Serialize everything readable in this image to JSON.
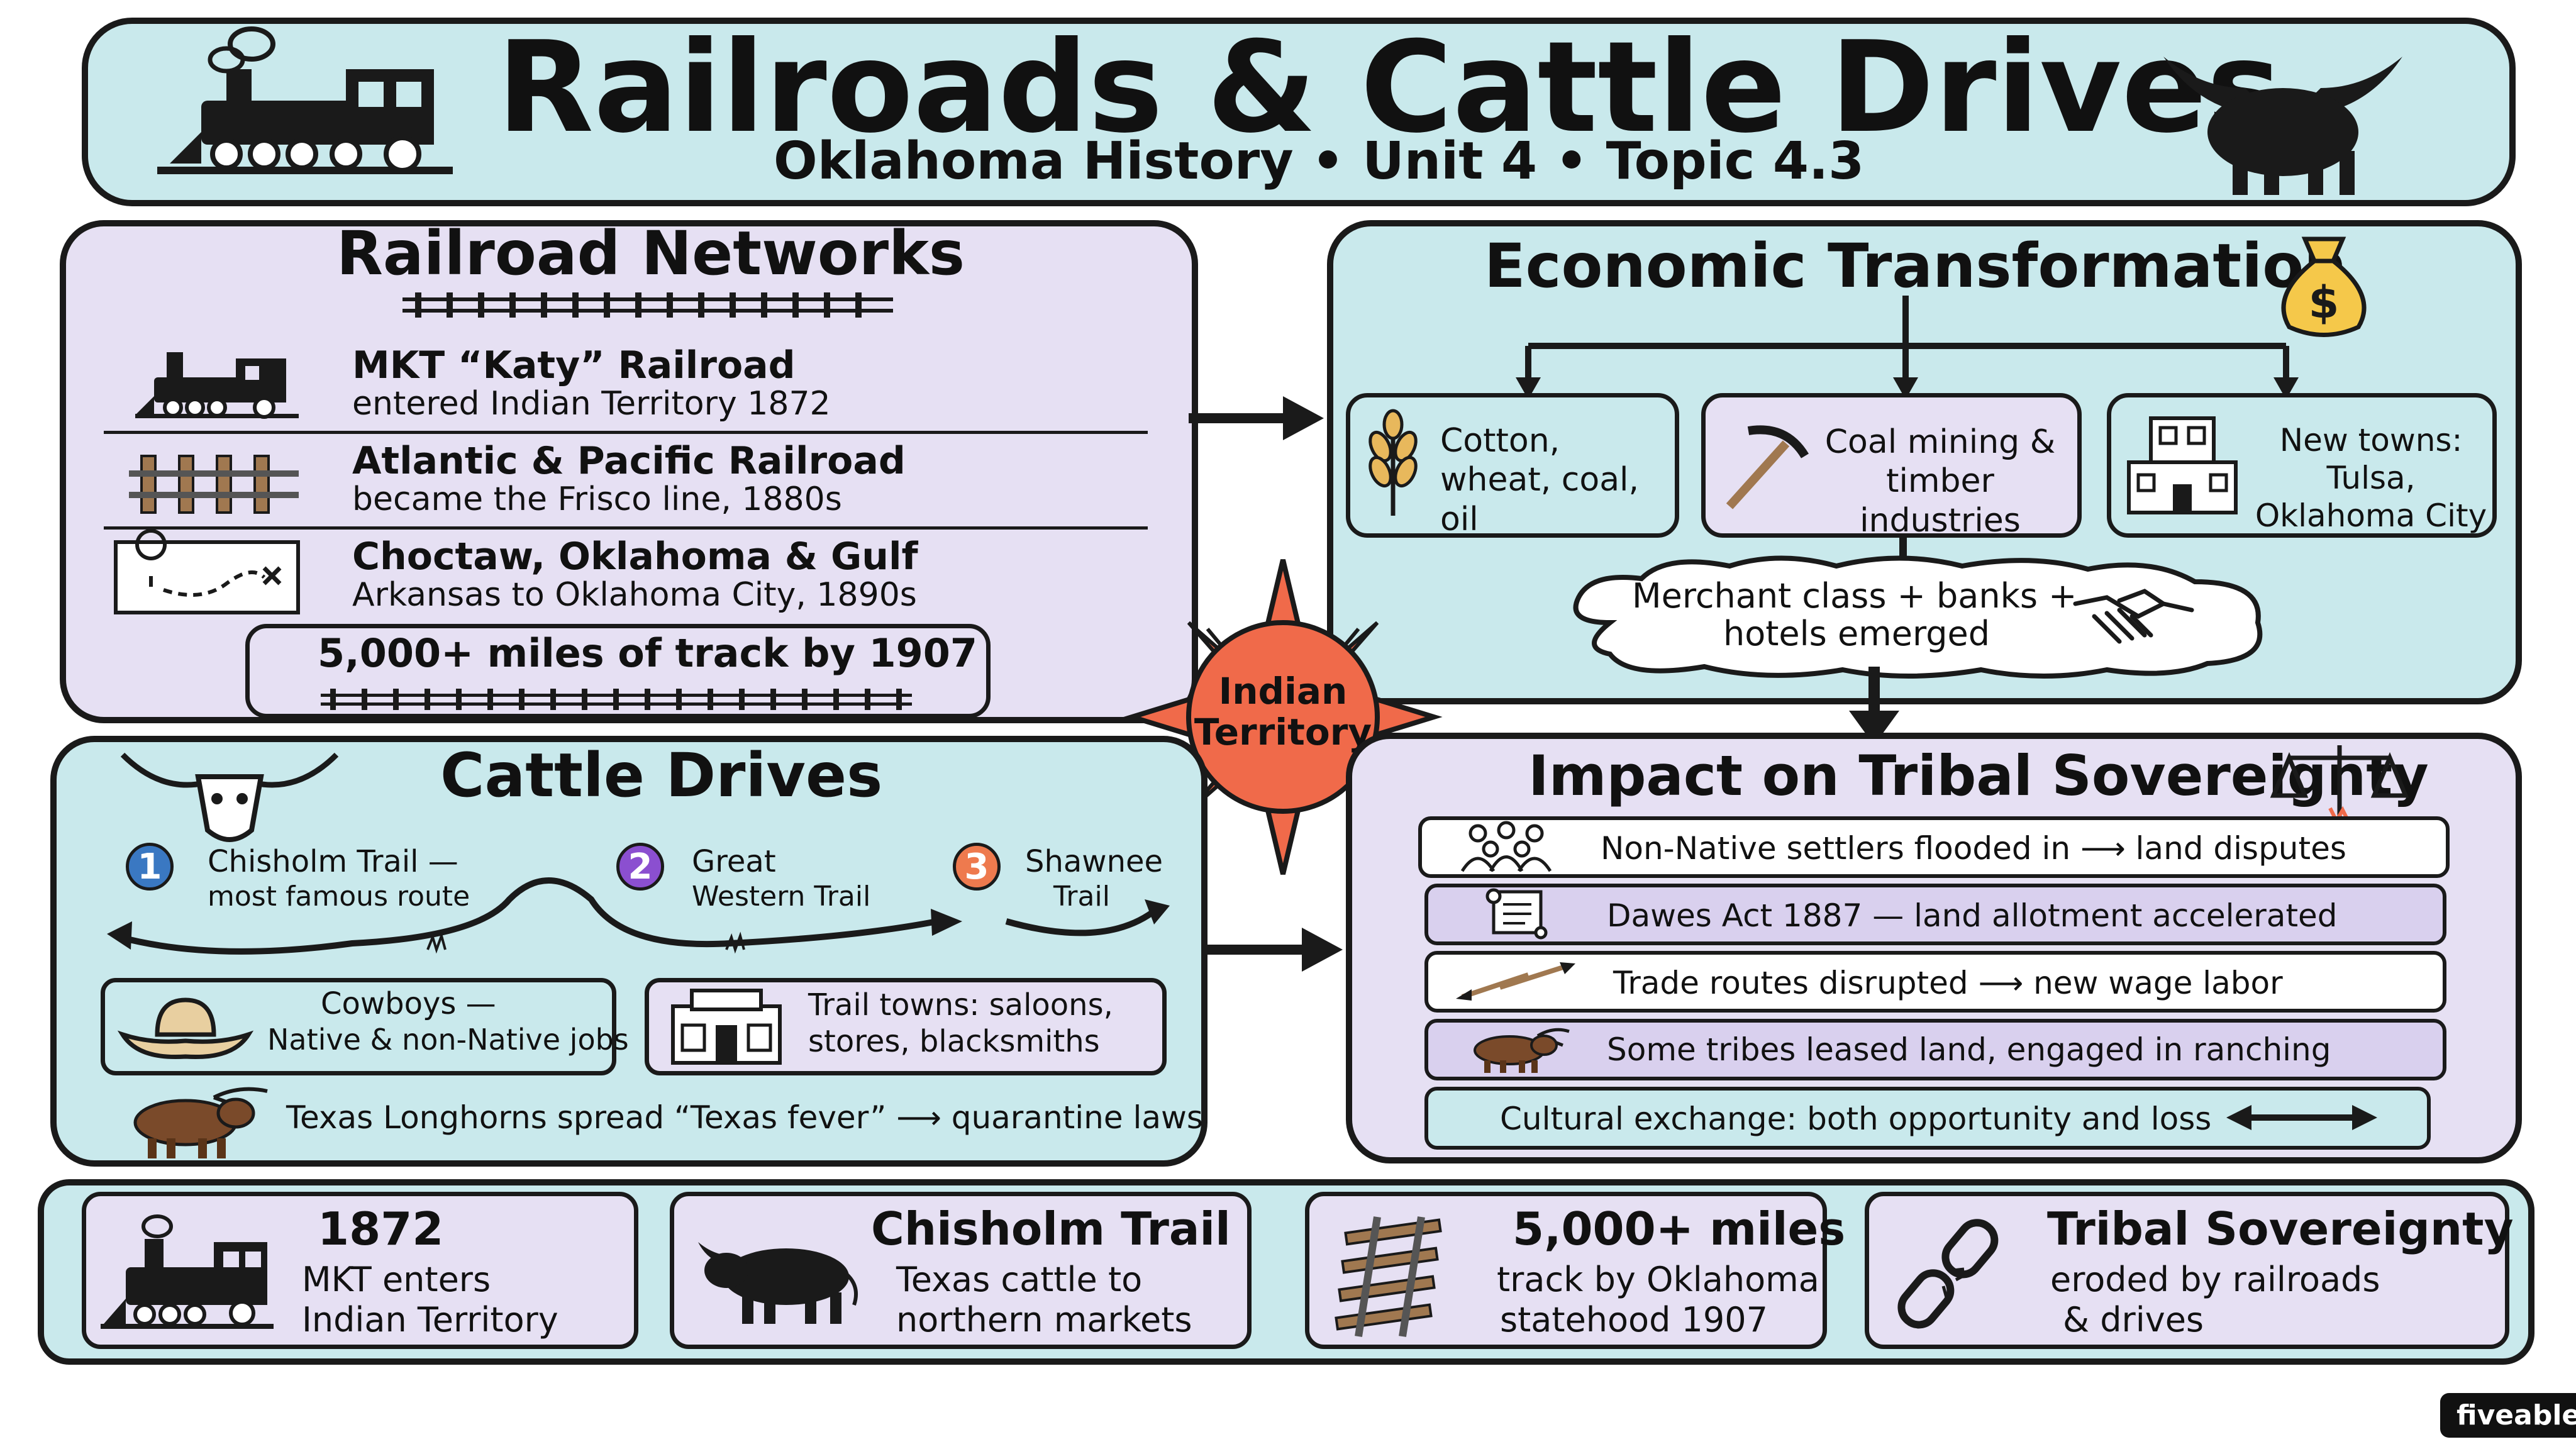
{
  "header": {
    "title": "Railroads & Cattle Drives",
    "subtitle": "Oklahoma History • Unit 4 • Topic 4.3"
  },
  "railroad": {
    "title": "Railroad Networks",
    "items": [
      {
        "title": "MKT “Katy” Railroad",
        "sub": "entered Indian Territory 1872"
      },
      {
        "title": "Atlantic & Pacific Railroad",
        "sub": "became the Frisco line, 1880s"
      },
      {
        "title": "Choctaw, Oklahoma & Gulf",
        "sub": "Arkansas to Oklahoma City, 1890s"
      }
    ],
    "callout": "5,000+ miles of track by 1907"
  },
  "economic": {
    "title": "Economic Transformation",
    "boxes": [
      "Cotton, wheat, coal, oil",
      "Coal mining & timber industries",
      "New towns: Tulsa, Oklahoma City"
    ],
    "cloud_line1": "Merchant class + banks +",
    "cloud_line2": "hotels emerged"
  },
  "center": {
    "line1": "Indian",
    "line2": "Territory"
  },
  "cattle": {
    "title": "Cattle Drives",
    "trails": [
      {
        "num": "1",
        "line1": "Chisholm Trail —",
        "line2": "most famous route",
        "color": "#3a78c2"
      },
      {
        "num": "2",
        "line1": "Great",
        "line2": "Western Trail",
        "color": "#8b4fd0"
      },
      {
        "num": "3",
        "line1": "Shawnee",
        "line2": "Trail",
        "color": "#ee7a4e"
      }
    ],
    "cowboys_line1": "Cowboys —",
    "cowboys_line2": "Native & non-Native jobs",
    "towns_line1": "Trail towns: saloons,",
    "towns_line2": "stores, blacksmiths",
    "longhorn": "Texas Longhorns spread “Texas fever” ⟶ quarantine laws"
  },
  "impact": {
    "title": "Impact on Tribal Sovereignty",
    "rows": [
      "Non-Native settlers flooded in ⟶ land disputes",
      "Dawes Act 1887 — land allotment accelerated",
      "Trade routes disrupted ⟶ new wage labor",
      "Some tribes leased land, engaged in ranching",
      "Cultural exchange: both opportunity and loss"
    ]
  },
  "summary": [
    {
      "title": "1872",
      "line1": "MKT enters",
      "line2": "Indian Territory"
    },
    {
      "title": "Chisholm Trail",
      "line1": "Texas cattle to",
      "line2": "northern markets"
    },
    {
      "title": "5,000+ miles",
      "line1": "track by Oklahoma",
      "line2": "statehood 1907"
    },
    {
      "title": "Tribal Sovereignty",
      "line1": "eroded by railroads",
      "line2": "& drives"
    }
  ],
  "brand": "fiveable",
  "colors": {
    "teal": "#c9e9ec",
    "lavender": "#e6e0f3",
    "star": "#f06a4a",
    "ink": "#1a1a1a"
  }
}
